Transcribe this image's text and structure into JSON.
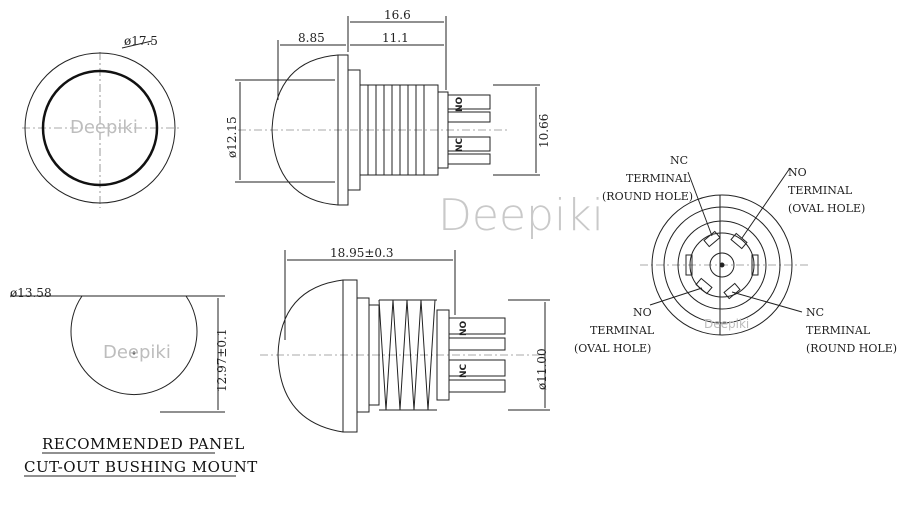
{
  "dimensions": {
    "outer_diameter": "ø17.5",
    "front_depth": "8.85",
    "body_length": "11.1",
    "total_length": "16.6",
    "cap_height": "ø12.15",
    "terminal_width": "10.66",
    "total_length_bottom": "18.95±0.3",
    "thread_diameter": "ø11.00",
    "cutout_diameter": "ø13.58",
    "cutout_flat": "12.97±0.1"
  },
  "terminal_labels": {
    "nc_top": [
      "NC",
      "TERMINAL",
      "(ROUND HOLE)"
    ],
    "no_top": [
      "NO",
      "TERMINAL",
      "(OVAL HOLE)"
    ],
    "no_bottom": [
      "NO",
      "TERMINAL",
      "(OVAL HOLE)"
    ],
    "nc_bottom": [
      "NC",
      "TERMINAL",
      "(ROUND HOLE)"
    ]
  },
  "terminal_marks": {
    "nc": "NC",
    "no": "NO"
  },
  "panel_caption": [
    "RECOMMENDED PANEL",
    "CUT-OUT BUSHING MOUNT"
  ],
  "watermark": "Deepiki"
}
